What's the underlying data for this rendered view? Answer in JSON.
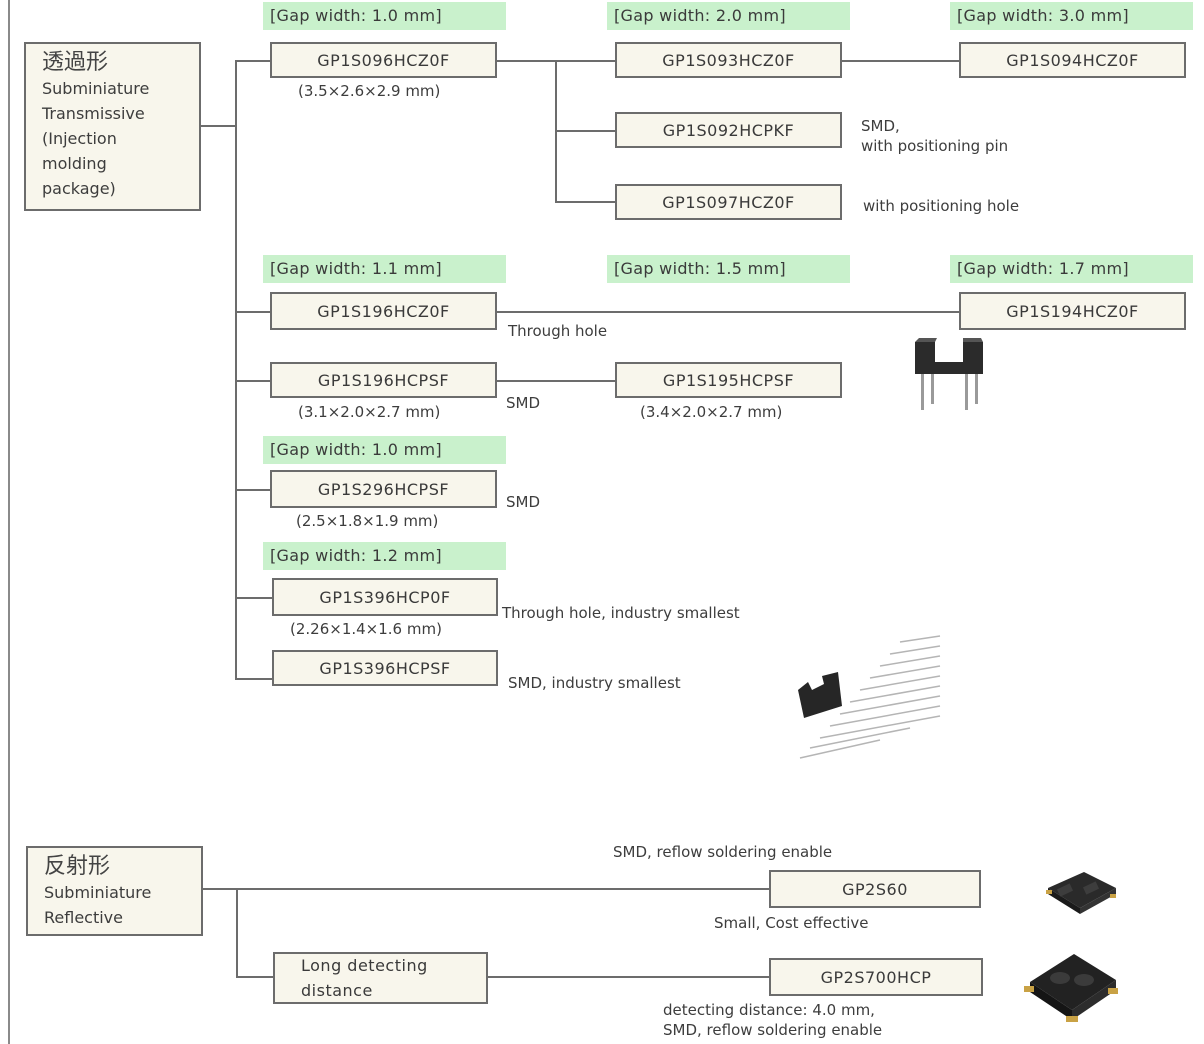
{
  "categories": {
    "transmissive": {
      "title_ja": "透過形",
      "title_en": "Subminiature\nTransmissive\n(Injection\n molding\n package)"
    },
    "reflective": {
      "title_ja": "反射形",
      "title_en": "Subminiature\nReflective"
    }
  },
  "gap_labels": {
    "g10_a": "[Gap width:  1.0 mm]",
    "g20": "[Gap width:  2.0 mm]",
    "g30": "[Gap width:  3.0 mm]",
    "g11": "[Gap width:  1.1 mm]",
    "g15": "[Gap width:  1.5 mm]",
    "g17": "[Gap width:  1.7 mm]",
    "g10_b": "[Gap width:  1.0 mm]",
    "g12": "[Gap width:  1.2 mm]"
  },
  "parts": {
    "gp1s096hcz0f": "GP1S096HCZ0F",
    "gp1s093hcz0f": "GP1S093HCZ0F",
    "gp1s094hcz0f": "GP1S094HCZ0F",
    "gp1s092hcpkf": "GP1S092HCPKF",
    "gp1s097hcz0f": "GP1S097HCZ0F",
    "gp1s196hcz0f": "GP1S196HCZ0F",
    "gp1s194hcz0f": "GP1S194HCZ0F",
    "gp1s196hcpsf": "GP1S196HCPSF",
    "gp1s195hcpsf": "GP1S195HCPSF",
    "gp1s296hcpsf": "GP1S296HCPSF",
    "gp1s396hcp0f": "GP1S396HCP0F",
    "gp1s396hcpsf": "GP1S396HCPSF",
    "gp2s60": "GP2S60",
    "long_detecting": "Long detecting\n distance",
    "gp2s700hcp": "GP2S700HCP"
  },
  "notes": {
    "dim_096": "(3.5×2.6×2.9 mm)",
    "smd_pin": "SMD,\nwith positioning pin",
    "pos_hole": "with positioning hole",
    "through_hole": "Through hole",
    "dim_196psf": "(3.1×2.0×2.7 mm)",
    "smd_1": "SMD",
    "dim_195": "(3.4×2.0×2.7 mm)",
    "smd_2": "SMD",
    "dim_296": "(2.5×1.8×1.9 mm)",
    "through_hole_smallest": "Through hole, industry smallest",
    "dim_396": "(2.26×1.4×1.6 mm)",
    "smd_smallest": "SMD, industry smallest",
    "smd_reflow": "SMD, reflow soldering enable",
    "small_cost": "Small,  Cost effective",
    "detect_dist": "detecting distance: 4.0 mm,\nSMD, reflow soldering enable"
  },
  "colors": {
    "gap_highlight": "#c9f1cc",
    "box_fill": "#f8f6ec",
    "line": "#6c6c6c"
  }
}
